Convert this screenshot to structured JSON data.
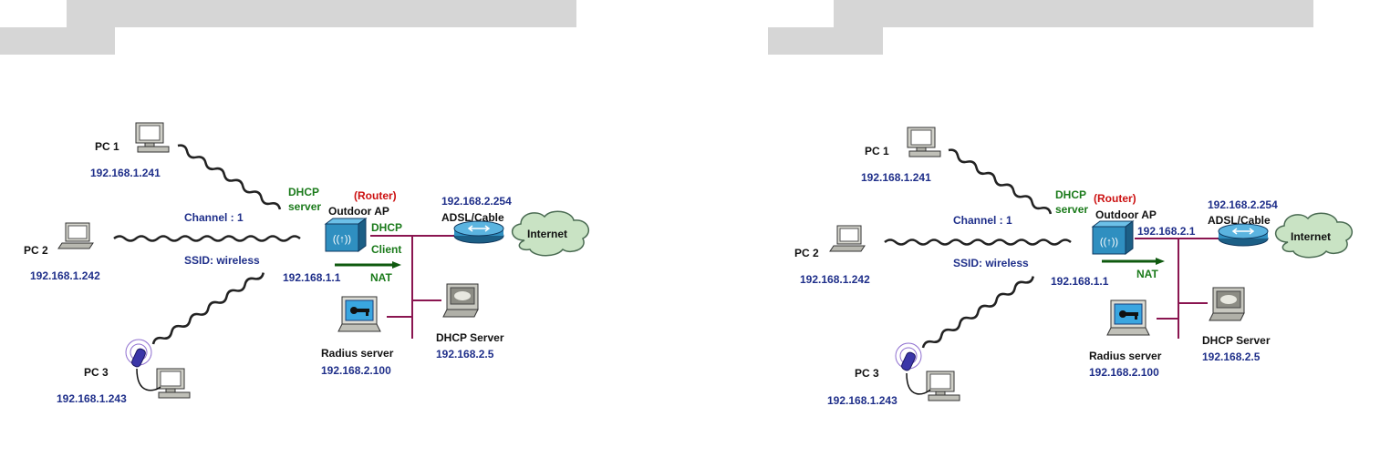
{
  "diagrams": [
    {
      "pc1": {
        "name": "PC 1",
        "ip": "192.168.1.241"
      },
      "pc2": {
        "name": "PC 2",
        "ip": "192.168.1.242"
      },
      "pc3": {
        "name": "PC 3",
        "ip": "192.168.1.243"
      },
      "channel": "Channel : 1",
      "ssid": "SSID: wireless",
      "dhcp_server_label": "DHCP server",
      "router_label": "(Router)",
      "ap_name": "Outdoor AP",
      "ap_lan_ip": "192.168.1.1",
      "ap_wan_mode": "DHCP Client",
      "ap_wan_ip": "",
      "nat": "NAT",
      "gateway_ip": "192.168.2.254",
      "modem": "ADSL/Cable",
      "internet": "Internet",
      "radius": {
        "name": "Radius server",
        "ip": "192.168.2.100"
      },
      "dhcp_srv": {
        "name": "DHCP Server",
        "ip": "192.168.2.5"
      }
    },
    {
      "pc1": {
        "name": "PC 1",
        "ip": "192.168.1.241"
      },
      "pc2": {
        "name": "PC 2",
        "ip": "192.168.1.242"
      },
      "pc3": {
        "name": "PC 3",
        "ip": "192.168.1.243"
      },
      "channel": "Channel : 1",
      "ssid": "SSID: wireless",
      "dhcp_server_label": "DHCP server",
      "router_label": "(Router)",
      "ap_name": "Outdoor AP",
      "ap_lan_ip": "192.168.1.1",
      "ap_wan_mode": "",
      "ap_wan_ip": "192.168.2.1",
      "nat": "NAT",
      "gateway_ip": "192.168.2.254",
      "modem": "ADSL/Cable",
      "internet": "Internet",
      "radius": {
        "name": "Radius server",
        "ip": "192.168.2.100"
      },
      "dhcp_srv": {
        "name": "DHCP Server",
        "ip": "192.168.2.5"
      }
    }
  ]
}
